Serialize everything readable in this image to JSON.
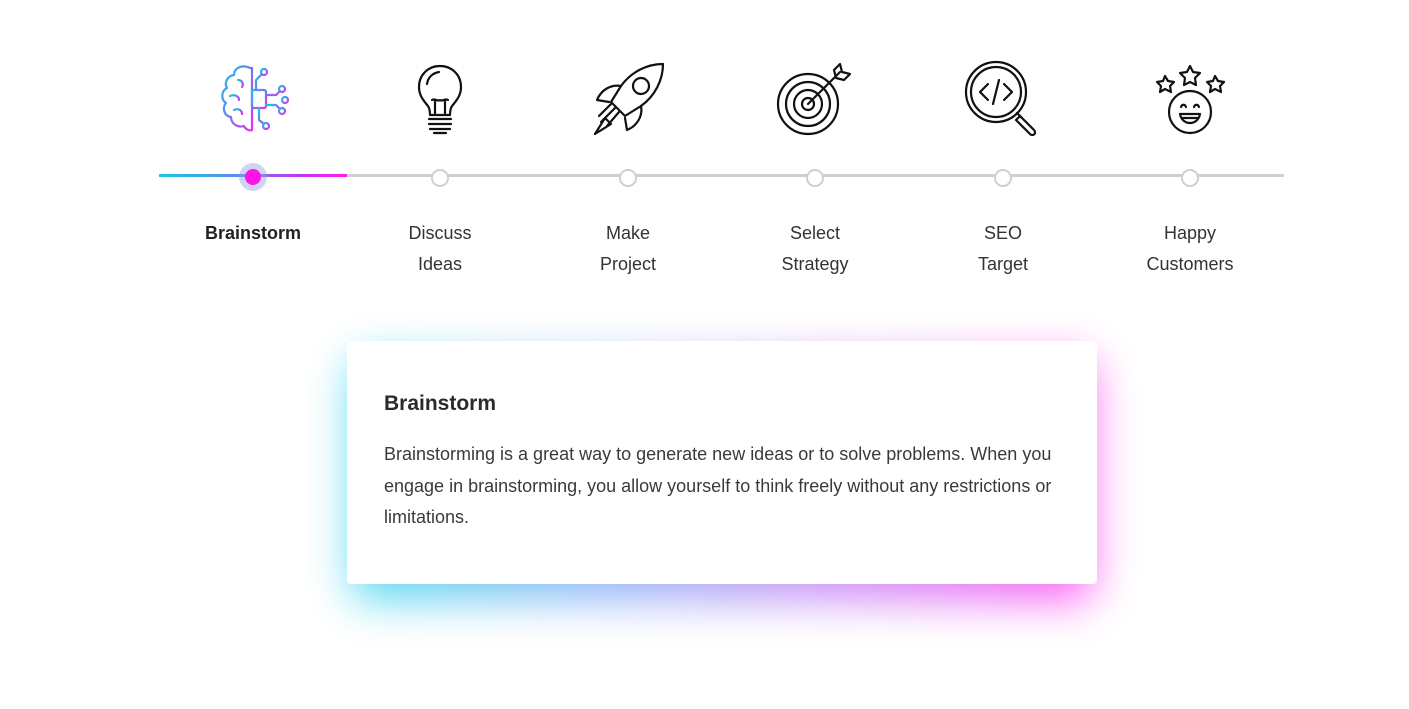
{
  "timeline": {
    "active_index": 0,
    "steps": [
      {
        "id": "brainstorm",
        "icon": "brain-circuit-icon",
        "label_line1": "Brainstorm",
        "label_line2": ""
      },
      {
        "id": "discuss-ideas",
        "icon": "lightbulb-icon",
        "label_line1": "Discuss",
        "label_line2": "Ideas"
      },
      {
        "id": "make-project",
        "icon": "rocket-icon",
        "label_line1": "Make",
        "label_line2": "Project"
      },
      {
        "id": "select-strategy",
        "icon": "target-arrow-icon",
        "label_line1": "Select",
        "label_line2": "Strategy"
      },
      {
        "id": "seo-target",
        "icon": "code-magnifier-icon",
        "label_line1": "SEO",
        "label_line2": "Target"
      },
      {
        "id": "happy-customers",
        "icon": "happy-face-stars-icon",
        "label_line1": "Happy",
        "label_line2": "Customers"
      }
    ]
  },
  "card": {
    "title": "Brainstorm",
    "body": "Brainstorming is a great way to generate new ideas or to solve problems. When you engage in brainstorming, you allow yourself to think freely without any restrictions or limitations."
  },
  "colors": {
    "accent_start": "#18c8e0",
    "accent_mid": "#5b8cf0",
    "accent_end": "#ff1cf0",
    "track": "#cfcfcf",
    "active_dot": "#ff14e6"
  }
}
